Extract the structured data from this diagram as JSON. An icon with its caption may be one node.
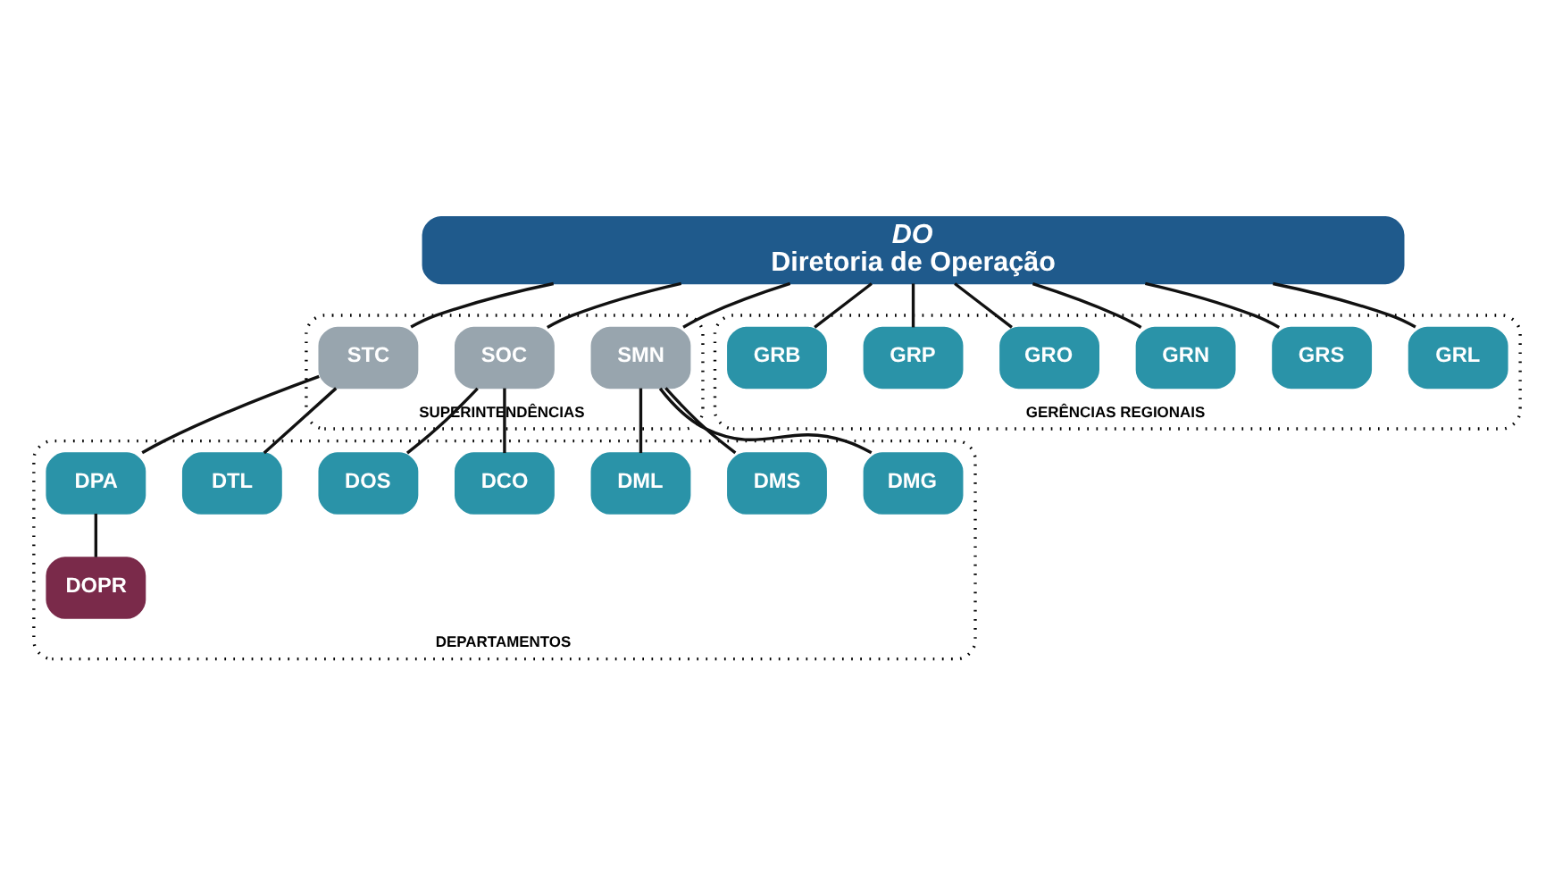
{
  "diagram": {
    "nodes": [
      {
        "text": [
          "DO",
          "Diretoria de Operação"
        ]
      },
      {
        "text": [
          "SUPERINTENDÊNCIAS"
        ]
      },
      {
        "text": [
          "SMN"
        ],
        "in": 1
      },
      {
        "text": [
          "SOC"
        ],
        "in": 1
      },
      {
        "text": [
          "STC"
        ],
        "in": 1
      },
      {
        "text": [
          "DEPARTAMENTOS"
        ]
      },
      {
        "text": [
          "DMG"
        ],
        "in": 5
      },
      {
        "text": [
          "DMS"
        ],
        "in": 5
      },
      {
        "text": [
          "DML"
        ],
        "in": 5
      },
      {
        "text": [
          "DCO"
        ],
        "in": 5
      },
      {
        "text": [
          "DOS"
        ],
        "in": 5
      },
      {
        "text": [
          "DTL"
        ],
        "in": 5
      },
      {
        "text": [
          "DPA"
        ],
        "in": 5
      },
      {
        "text": [
          "DOPR"
        ],
        "in": 5
      },
      {
        "text": [
          "GERÊNCIAS REGIONAIS"
        ]
      },
      {
        "text": [
          "GRL"
        ],
        "in": 14
      },
      {
        "text": [
          "GRS"
        ],
        "in": 14
      },
      {
        "text": [
          "GRN"
        ],
        "in": 14
      },
      {
        "text": [
          "GRO"
        ],
        "in": 14
      },
      {
        "text": [
          "GRP"
        ],
        "in": 14
      },
      {
        "text": [
          "GRB"
        ],
        "in": 14
      }
    ],
    "edges": [
      {
        "from": 0,
        "to": 2,
        "arrow": "none"
      },
      {
        "from": 0,
        "to": 3,
        "arrow": "none"
      },
      {
        "from": 0,
        "to": 4,
        "arrow": "none"
      },
      {
        "from": 0,
        "to": 15,
        "arrow": "none"
      },
      {
        "from": 0,
        "to": 16,
        "arrow": "none"
      },
      {
        "from": 0,
        "to": 17,
        "arrow": "none"
      },
      {
        "from": 0,
        "to": 18,
        "arrow": "none"
      },
      {
        "from": 0,
        "to": 19,
        "arrow": "none"
      },
      {
        "from": 0,
        "to": 20,
        "arrow": "none"
      },
      {
        "from": 2,
        "to": 6,
        "arrow": "none"
      },
      {
        "from": 2,
        "to": 7,
        "arrow": "none"
      },
      {
        "from": 2,
        "to": 8,
        "arrow": "none"
      },
      {
        "from": 3,
        "to": 9,
        "arrow": "none"
      },
      {
        "from": 3,
        "to": 10,
        "arrow": "none"
      },
      {
        "from": 4,
        "to": 11,
        "arrow": "none"
      },
      {
        "from": 4,
        "to": 12,
        "arrow": "none"
      },
      {
        "from": 12,
        "to": 13,
        "arrow": "none"
      }
    ]
  }
}
